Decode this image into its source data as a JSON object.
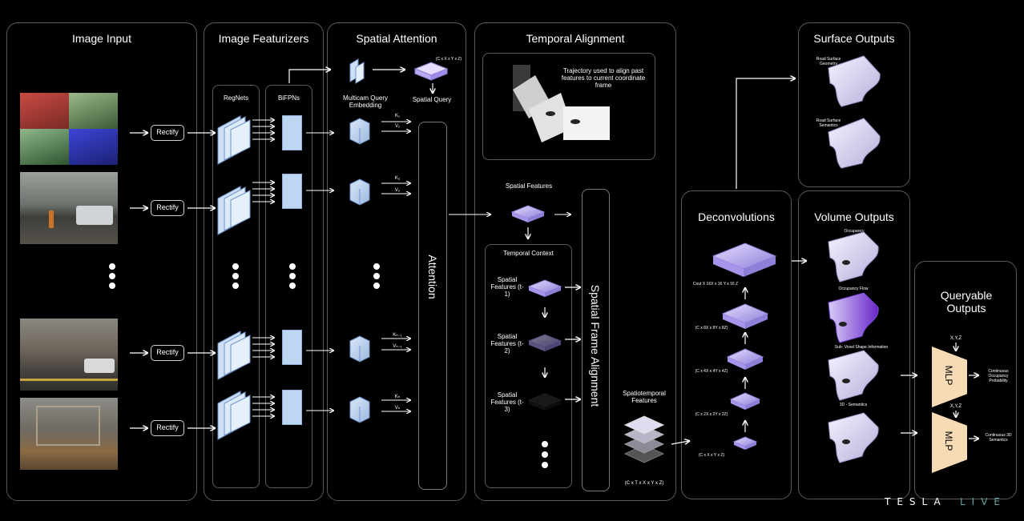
{
  "panels": {
    "image_input": "Image Input",
    "image_featurizers": "Image Featurizers",
    "spatial_attention": "Spatial Attention",
    "temporal_alignment": "Temporal Alignment",
    "deconvolutions": "Deconvolutions",
    "surface_outputs": "Surface Outputs",
    "volume_outputs": "Volume Outputs",
    "queryable_outputs": "Queryable Outputs"
  },
  "rectify": "Rectify",
  "regnets": "RegNets",
  "bifpns": "BiFPNs",
  "multicam_query": "Multicam Query Embedding",
  "spatial_query": "Spatial Query",
  "spatial_query_dims": "(C x X x Y x Z)",
  "attention": "Attention",
  "kv": [
    {
      "k": "K₁",
      "v": "V₁"
    },
    {
      "k": "K₂",
      "v": "V₂"
    },
    {
      "k": "Kₙ₋₁",
      "v": "Vₙ₋₁"
    },
    {
      "k": "Kₙ",
      "v": "Vₙ"
    }
  ],
  "trajectory": "Trajectory used to align past features to current coordinate frame",
  "spatial_features": "Spatial Features",
  "temporal_context": "Temporal Context",
  "sf_t1": "Spatial Features (t-1)",
  "sf_t2": "Spatial Features (t-2)",
  "sf_t3": "Spatial Features (t-3)",
  "spatial_frame_alignment": "Spatial Frame Alignment",
  "spatiotemporal": "Spatiotemporal Features",
  "spatiotemporal_dims": "(C x T x X x Y x Z)",
  "deconv_dims": [
    "Cout X 16X x 16 Y x 16 Z",
    "(C x 8X x 8Y x 8Z)",
    "(C x 4X x 4Y x 4Z)",
    "(C x 2X x 2Y x 2Z)",
    "(C x X x Y x Z)"
  ],
  "road_geometry": "Road Surface Geometry",
  "road_semantics": "Road Surface Semantics",
  "occupancy": "Occupancy",
  "occupancy_flow": "Occupancy Flow",
  "subvoxel": "Sub- Voxel Shape Information",
  "semantics3d": "3D - Semantics",
  "xyz": "X,Y,Z",
  "mlp": "MLP",
  "cont_occupancy": "Continuous Occupancy Probability",
  "cont_semantics": "Continuous 3D Semantics",
  "footer": {
    "tesla": "TESLA",
    "live": "LIVE"
  }
}
